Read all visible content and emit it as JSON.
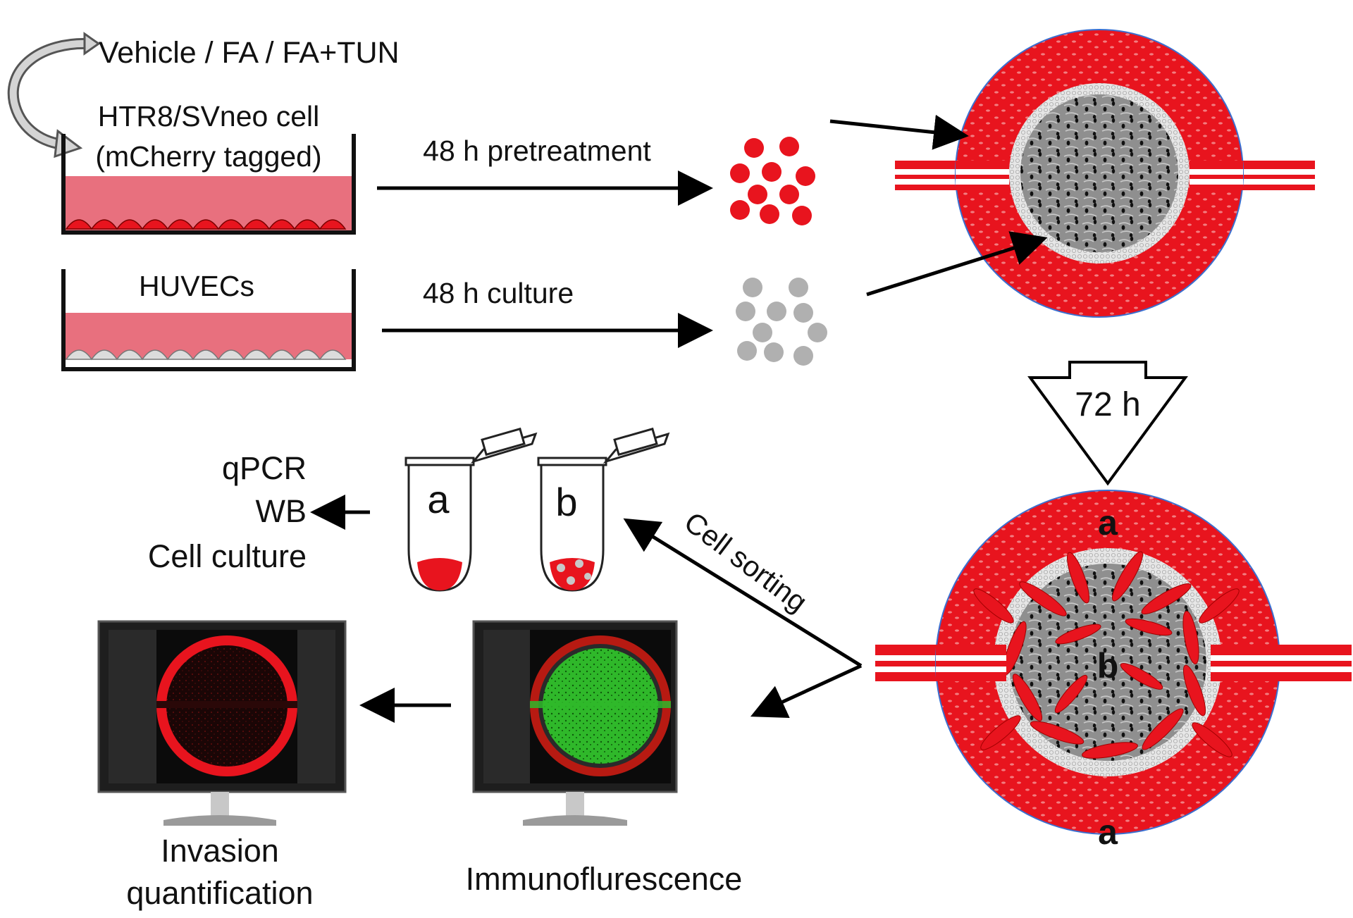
{
  "labels": {
    "treatments": "Vehicle / FA / FA+TUN",
    "htr8_line1": "HTR8/SVneo cell",
    "htr8_line2": "(mCherry tagged)",
    "huvecs": "HUVECs",
    "pretreatment": "48 h pretreatment",
    "culture": "48 h culture",
    "incubation": "72 h",
    "cell_sorting": "Cell sorting",
    "tube_a": "a",
    "tube_b": "b",
    "analysis_1": "qPCR",
    "analysis_2": "WB",
    "analysis_3": "Cell culture",
    "region_a_top": "a",
    "region_b": "b",
    "region_a_bottom": "a",
    "monitor_right_caption": "Immunoflurescence",
    "monitor_left_caption_1": "Invasion",
    "monitor_left_caption_2": "quantification"
  },
  "colors": {
    "trophoblast_red": "#e8141e",
    "medium_pink": "#e8707e",
    "huvec_gray": "#b0b0b0",
    "chamber_gray": "#8e8e8e",
    "fluorescence_green": "#2fb82a",
    "arrow_black": "#000000"
  },
  "icons": {
    "curved_arrow": "curved-gray-arrow-icon",
    "tube": "microcentrifuge-tube-icon",
    "monitor": "computer-monitor-icon",
    "incubation_arrow": "down-triangle-arrow-icon"
  }
}
